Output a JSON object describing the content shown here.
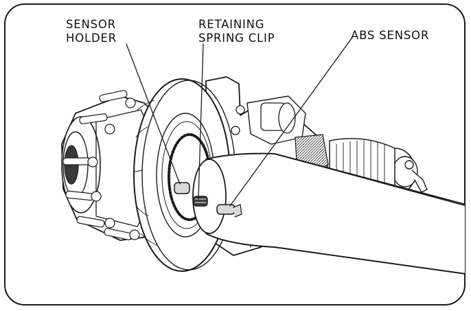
{
  "figure": {
    "callouts": {
      "sensor_holder": "SENSOR\nHOLDER",
      "retaining_spring_clip": "RETAINING\nSPRING CLIP",
      "abs_sensor": "ABS SENSOR"
    }
  },
  "colors": {
    "stroke": "#1a1a1a",
    "fill": "#ffffff",
    "shade": "#d9d9d9",
    "dark": "#3a3a3a"
  }
}
